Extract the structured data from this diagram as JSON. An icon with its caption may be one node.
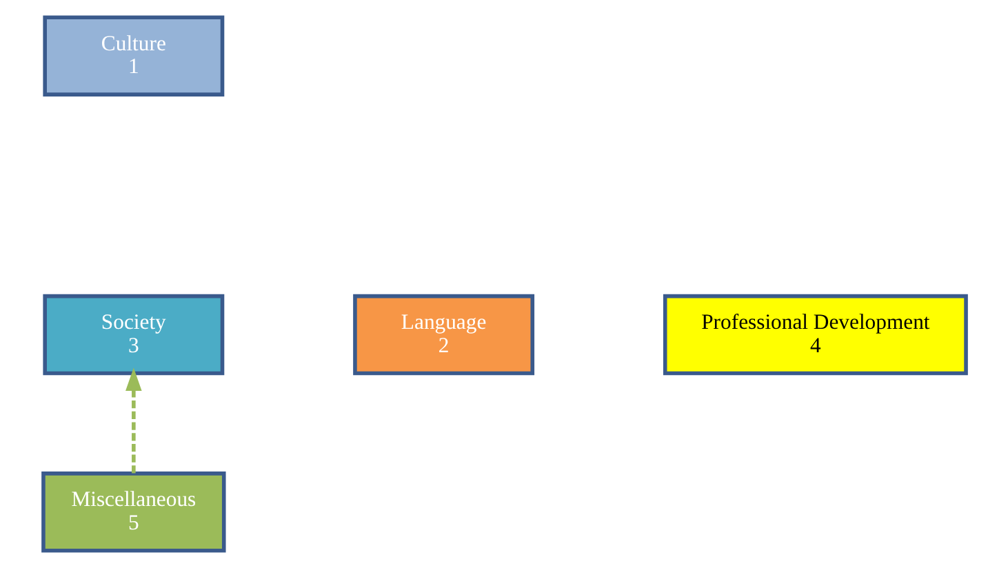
{
  "diagram": {
    "nodes": [
      {
        "text": [
          "Culture",
          "1"
        ]
      },
      {
        "text": [
          "Language",
          "2"
        ]
      },
      {
        "text": [
          "Society",
          "3"
        ]
      },
      {
        "text": [
          "Professional Development",
          "4"
        ]
      },
      {
        "text": [
          "Miscellaneous",
          "5"
        ]
      }
    ],
    "edges": [
      {
        "from": 4,
        "to": 2,
        "arrow": "to",
        "style": "dashed",
        "color": "#9bbb59"
      }
    ]
  }
}
